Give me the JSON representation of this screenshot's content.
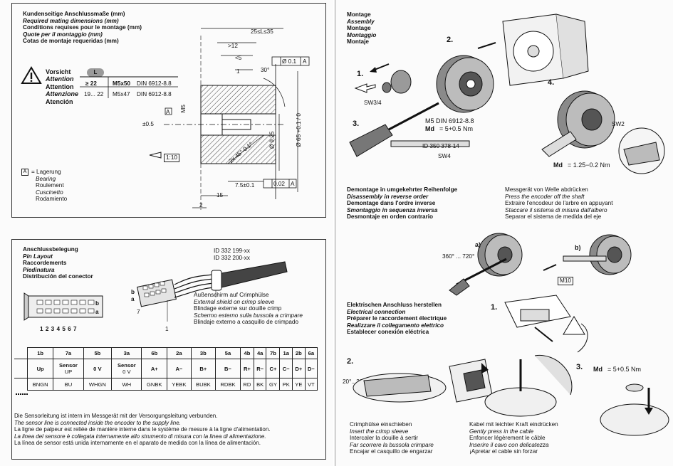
{
  "mating_dims": {
    "header": [
      "Kundenseitige Anschlussmaße (mm)",
      "Required mating dimensions (mm)",
      "Conditions requises pour le montage (mm)",
      "Quote per il montaggio (mm)",
      "Cotas de montaje requeridas (mm)"
    ],
    "caution": [
      "Vorsicht",
      "Attention",
      "Attention",
      "Attenzione",
      "Atención"
    ],
    "L_badge": "L",
    "spec_rows": [
      {
        "L": "≥ 22",
        "screw": "M5x50",
        "std": "DIN 6912-8.8"
      },
      {
        "L": "19... 22",
        "screw": "M5x47",
        "std": "DIN 6912-8.8"
      }
    ],
    "bearing_mark": "A",
    "bearing_lines": [
      "= Lagerung",
      "Bearing",
      "Roulement",
      "Cuscinetto",
      "Rodamiento"
    ],
    "dimensions": {
      "range_L": "25≤L≤35",
      "d12": ">12",
      "d5": "<5",
      "d1": "1",
      "angle30": "30°",
      "M5": "M5",
      "pm05": "±0.5",
      "scale": "1:10",
      "phi925": "Ø 9.25",
      "phi65": "Ø 65 +0.1 / 0",
      "angle_text": "2x 45°-0.1°",
      "d75": "7.5±0.1",
      "d15": "15",
      "d2": "2",
      "tol_pos": "Ø 0.1",
      "tol_pos_ref": "A",
      "tol_par": "0.02",
      "tol_par_ref": "A"
    }
  },
  "pin_layout": {
    "header": [
      "Anschlussbelegung",
      "Pin Layout",
      "Raccordements",
      "Piedinatura",
      "Distribución del conector"
    ],
    "id_lines": [
      "ID 332 199-xx",
      "ID 332 200-xx"
    ],
    "shield_lines": [
      "Außenschirm auf Crimphülse",
      "External shield on crimp sleeve",
      "Blindage externe sur douille crimp",
      "Schermo esterno sulla bussola a crimpare",
      "Blindaje externo a casquillo de crimpado"
    ],
    "connector_labels": {
      "b": "b",
      "a": "a",
      "seven": "7",
      "one": "1"
    },
    "pin_numbers": "1 2 3 4 5 6 7",
    "pins": [
      "1b",
      "7a",
      "5b",
      "3a",
      "6b",
      "2a",
      "3b",
      "5a",
      "4b",
      "4a",
      "7b",
      "1a",
      "2b",
      "6a"
    ],
    "signals": [
      {
        "main": "Up",
        "sub": ""
      },
      {
        "main": "Sensor",
        "sub": "UP"
      },
      {
        "main": "0 V",
        "sub": ""
      },
      {
        "main": "Sensor",
        "sub": "0 V"
      },
      {
        "main": "A+",
        "sub": ""
      },
      {
        "main": "A−",
        "sub": ""
      },
      {
        "main": "B+",
        "sub": ""
      },
      {
        "main": "B−",
        "sub": ""
      },
      {
        "main": "R+",
        "sub": ""
      },
      {
        "main": "R−",
        "sub": ""
      },
      {
        "main": "C+",
        "sub": ""
      },
      {
        "main": "C−",
        "sub": ""
      },
      {
        "main": "D+",
        "sub": ""
      },
      {
        "main": "D−",
        "sub": ""
      }
    ],
    "colors": [
      "BNGN",
      "BU",
      "WHGN",
      "WH",
      "GNBK",
      "YEBK",
      "BUBK",
      "RDBK",
      "RD",
      "BK",
      "GY",
      "PK",
      "YE",
      "VT"
    ],
    "footer": [
      "Die Sensorleitung ist intern im Messgerät mit der Versorgungsleitung verbunden.",
      "The sensor line is connected inside the encoder to the supply line.",
      "La ligne de palpeur est reliée de manière interne dans le système de mesure à la ligne d'alimentation.",
      "La linea del sensore è collegata internamente allo strumento di misura con la linea di alimentazione.",
      "La línea de sensor está unida internamente en el aparato de medida con la línea de alimentación."
    ]
  },
  "mounting": {
    "header": [
      "Montage",
      "Assembly",
      "Montage",
      "Montaggio",
      "Montaje"
    ],
    "steps": {
      "s1": "1.",
      "s2": "2.",
      "s3": "3.",
      "s4": "4."
    },
    "sw34": "SW3/4",
    "screw_spec": "M5 DIN 6912-8.8",
    "torque1_label": "Md",
    "torque1_value": "= 5+0.5 Nm",
    "tool_id": "ID 350 378-14",
    "sw4": "SW4",
    "sw2": "SW2",
    "torque2_label": "Md",
    "torque2_value": "= 1.25−0.2 Nm"
  },
  "dismounting": {
    "header": [
      "Demontage in umgekehrter Reihenfolge",
      "Disassembly in reverse order",
      "Demontage dans l'ordre inverse",
      "Smontaggio in sequenza inversa",
      "Desmontaje en orden contrario"
    ],
    "press_text": [
      "Messgerät von Welle abdrücken",
      "Press the encoder off the shaft",
      "Extraire l'encodeur de l'arbre en appuyant",
      "Staccare il sistema di misura dall'albero",
      "Separar el sistema de medida del eje"
    ],
    "a_label": "a)",
    "b_label": "b)",
    "angle": "360° ... 720°",
    "m10": "M10"
  },
  "electrical": {
    "header": [
      "Elektrischen Anschluss herstellen",
      "Electrical connection",
      "Préparer le raccordement électrique",
      "Realizzare il collegamento elettrico",
      "Establecer conexión eléctrica"
    ],
    "s1": "1.",
    "s2": "2.",
    "s3": "3.",
    "angle": "20°...30°",
    "torque_label": "Md",
    "torque_value": "= 5+0.5 Nm",
    "crimp_text": [
      "Crimphülse einschieben",
      "Insert the crimp sleeve",
      "Intercaler la douille à sertir",
      "Far scorrere la bussola crimpare",
      "Encajar el casquillo de engarzar"
    ],
    "cable_text": [
      "Kabel mit leichter Kraft eindrücken",
      "Gently press in the cable",
      "Enfoncer légèrement le câble",
      "Inserire il cavo con delicatezza",
      "¡Apretar el cable sin forzar"
    ]
  }
}
